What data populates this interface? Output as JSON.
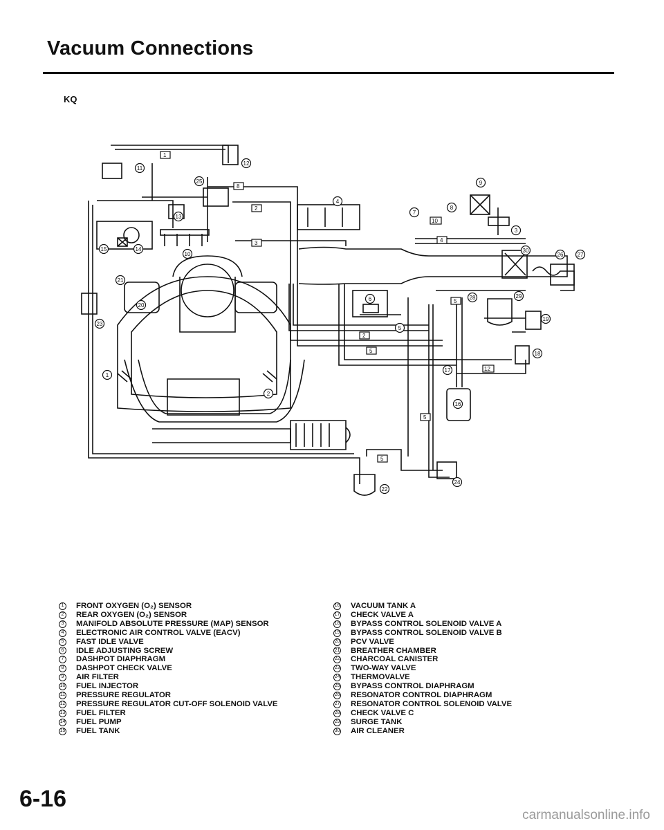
{
  "page": {
    "title": "Vacuum Connections",
    "model": "KQ",
    "page_number": "6-16",
    "footer": "carmanualsonline.info"
  },
  "callouts": [
    "1",
    "2",
    "3",
    "4",
    "5",
    "6",
    "7",
    "8",
    "9",
    "10",
    "11",
    "12",
    "13",
    "14",
    "15",
    "16",
    "17",
    "18",
    "19",
    "20",
    "21",
    "22",
    "23",
    "24",
    "25",
    "26",
    "27",
    "28",
    "29",
    "30"
  ],
  "hose_tags": [
    "1",
    "2",
    "3",
    "4",
    "5",
    "8",
    "10",
    "12"
  ],
  "legend": {
    "left": [
      {
        "num": "1",
        "label": "FRONT OXYGEN (O₂) SENSOR"
      },
      {
        "num": "2",
        "label": "REAR OXYGEN (O₂) SENSOR"
      },
      {
        "num": "3",
        "label": "MANIFOLD ABSOLUTE PRESSURE (MAP) SENSOR"
      },
      {
        "num": "4",
        "label": "ELECTRONIC AIR CONTROL VALVE (EACV)"
      },
      {
        "num": "5",
        "label": "FAST IDLE VALVE"
      },
      {
        "num": "6",
        "label": "IDLE ADJUSTING SCREW"
      },
      {
        "num": "7",
        "label": "DASHPOT DIAPHRAGM"
      },
      {
        "num": "8",
        "label": "DASHPOT CHECK VALVE"
      },
      {
        "num": "9",
        "label": "AIR FILTER"
      },
      {
        "num": "10",
        "label": "FUEL INJECTOR"
      },
      {
        "num": "11",
        "label": "PRESSURE REGULATOR"
      },
      {
        "num": "12",
        "label": "PRESSURE REGULATOR CUT-OFF SOLENOID VALVE"
      },
      {
        "num": "13",
        "label": "FUEL FILTER"
      },
      {
        "num": "14",
        "label": "FUEL PUMP"
      },
      {
        "num": "15",
        "label": "FUEL TANK"
      }
    ],
    "right": [
      {
        "num": "16",
        "label": "VACUUM TANK A"
      },
      {
        "num": "17",
        "label": "CHECK VALVE A"
      },
      {
        "num": "18",
        "label": "BYPASS CONTROL SOLENOID VALVE A"
      },
      {
        "num": "19",
        "label": "BYPASS CONTROL SOLENOID VALVE B"
      },
      {
        "num": "20",
        "label": "PCV VALVE"
      },
      {
        "num": "21",
        "label": "BREATHER CHAMBER"
      },
      {
        "num": "22",
        "label": "CHARCOAL CANISTER"
      },
      {
        "num": "23",
        "label": "TWO-WAY VALVE"
      },
      {
        "num": "24",
        "label": "THERMOVALVE"
      },
      {
        "num": "25",
        "label": "BYPASS CONTROL DIAPHRAGM"
      },
      {
        "num": "26",
        "label": "RESONATOR CONTROL DIAPHRAGM"
      },
      {
        "num": "27",
        "label": "RESONATOR CONTROL SOLENOID VALVE"
      },
      {
        "num": "28",
        "label": "CHECK VALVE C"
      },
      {
        "num": "29",
        "label": "SURGE TANK"
      },
      {
        "num": "30",
        "label": "AIR CLEANER"
      }
    ]
  }
}
